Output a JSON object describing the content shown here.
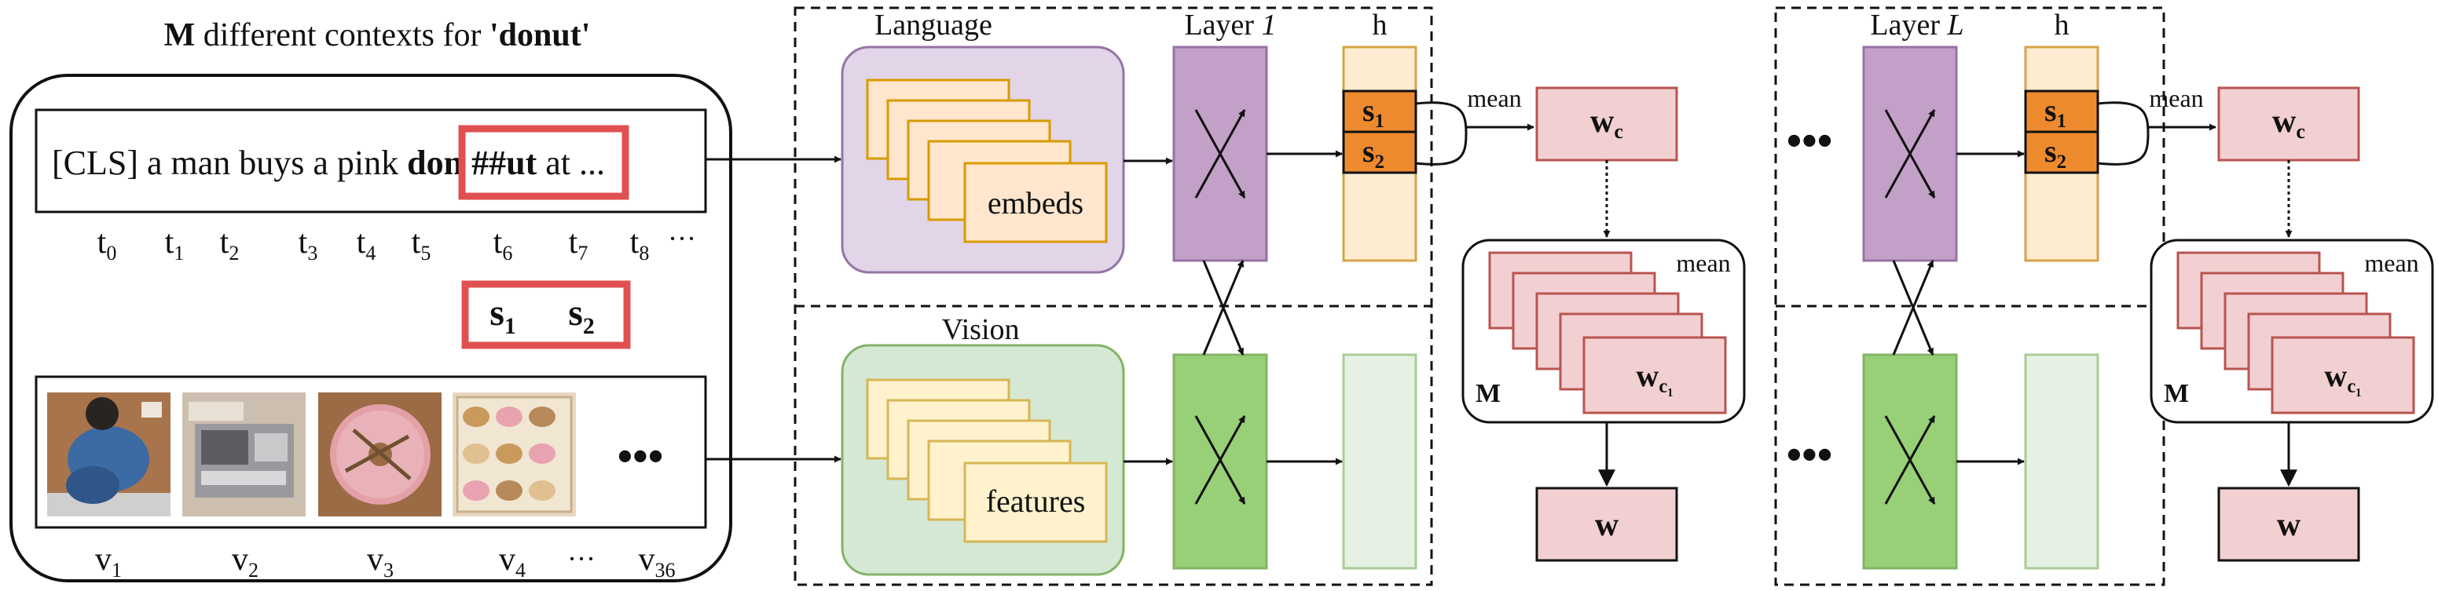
{
  "title": {
    "bold": "M",
    "text": " different contexts for ",
    "quoted": "'donut'"
  },
  "sentence": {
    "prefix": "[CLS] a man buys a pink ",
    "highlight": "don ##ut",
    "suffix": " at ..."
  },
  "tokens": [
    {
      "base": "t",
      "sub": "0"
    },
    {
      "base": "t",
      "sub": "1"
    },
    {
      "base": "t",
      "sub": "2"
    },
    {
      "base": "t",
      "sub": "3"
    },
    {
      "base": "t",
      "sub": "4"
    },
    {
      "base": "t",
      "sub": "5"
    },
    {
      "base": "t",
      "sub": "6"
    },
    {
      "base": "t",
      "sub": "7"
    },
    {
      "base": "t",
      "sub": "8"
    }
  ],
  "tokens_ellipsis": "···",
  "subwords": [
    {
      "base": "s",
      "sub": "1"
    },
    {
      "base": "s",
      "sub": "2"
    }
  ],
  "images": [
    {
      "name": "person-top-view-image"
    },
    {
      "name": "cash-register-image"
    },
    {
      "name": "pink-donut-image"
    },
    {
      "name": "donut-tray-image"
    }
  ],
  "images_ellipsis": "•••",
  "visual_labels": [
    {
      "base": "v",
      "sub": "1"
    },
    {
      "base": "v",
      "sub": "2"
    },
    {
      "base": "v",
      "sub": "3"
    },
    {
      "base": "v",
      "sub": "4"
    },
    {
      "base": "v",
      "sub": "36"
    }
  ],
  "visual_labels_ellipsis": "···",
  "panel1": {
    "language_label": "Language",
    "embeds_label": "embeds",
    "vision_label": "Vision",
    "features_label": "features",
    "layer_label": "Layer ",
    "layer_index": "1",
    "h_label": "h"
  },
  "panel2": {
    "layer_label": "Layer ",
    "layer_index": "L",
    "h_label": "h",
    "ellipsis": "•••"
  },
  "agg": {
    "mean_label": "mean",
    "wc_label": {
      "base": "w",
      "sub": "c"
    },
    "stack_wc_label": {
      "base": "w",
      "sub": "c₁"
    },
    "stack_mean_label": "mean",
    "stack_m_label": "M",
    "w_label": "w"
  },
  "colors": {
    "language_fill": "#e1d5e7",
    "language_stroke": "#9673a6",
    "vision_fill": "#d5e8d4",
    "vision_stroke": "#82b366",
    "embed_fill": "#ffe6cc",
    "embed_stroke": "#d79b00",
    "feature_fill": "#fff2cc",
    "feature_stroke": "#d6b656",
    "layer_lang_fill": "#c3a0c8",
    "layer_vis_fill": "#97d077",
    "h_fill": "#fdecd2",
    "h_cell_fill": "#ee8a2e",
    "w_fill": "#f2d0d2",
    "w_stroke": "#b85450",
    "highlight_stroke": "#e05050"
  }
}
